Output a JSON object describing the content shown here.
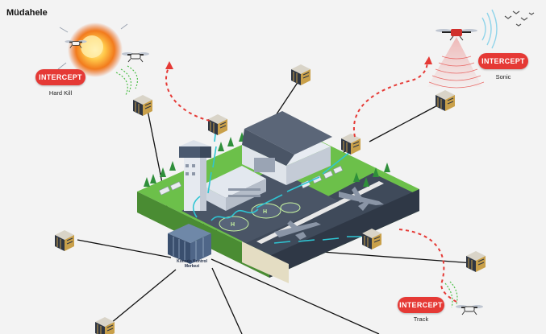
{
  "title": "Müdahele",
  "intercepts": [
    {
      "label": "INTERCEPT",
      "caption": "Hard Kill"
    },
    {
      "label": "INTERCEPT",
      "caption": "Sonic"
    },
    {
      "label": "INTERCEPT",
      "caption": "Track"
    }
  ],
  "center_label": {
    "line1": "Komuta Kontrol",
    "line2": "Merkezi"
  },
  "colors": {
    "intercept": "#e53935",
    "grass": "#6cc04a",
    "road": "#3f4a5a",
    "building": "#5b6678",
    "sensor_beam": "#2ec5d3",
    "dashed_path": "#e53935"
  },
  "icons": [
    "sensor-unit-icon",
    "drone-icon",
    "explosion-icon",
    "bird-flock-icon",
    "airplane-icon",
    "control-tower-icon",
    "hangar-icon",
    "helipad-icon",
    "command-center-icon"
  ]
}
